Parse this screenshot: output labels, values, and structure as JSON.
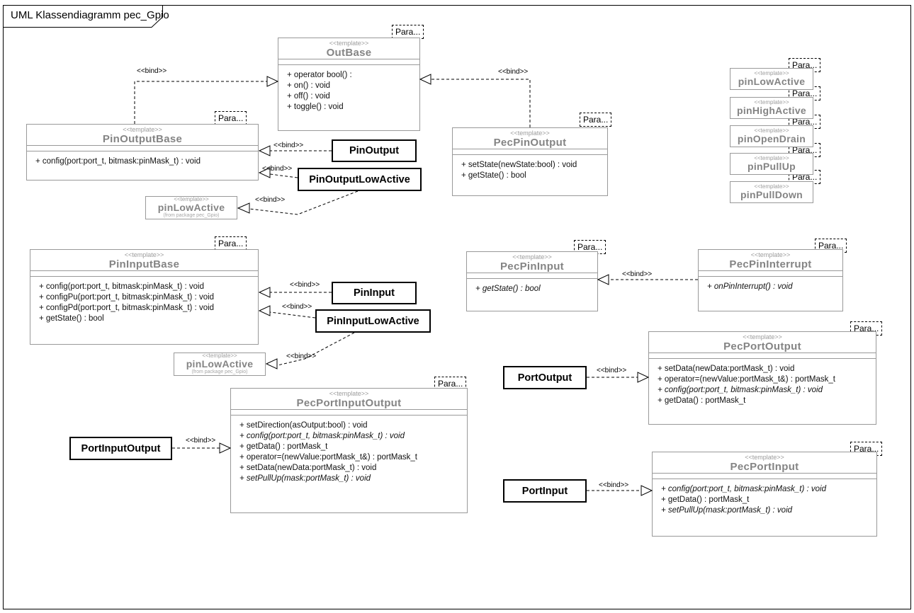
{
  "frame": {
    "title": "UML Klassendiagramm pec_Gpio"
  },
  "labels": {
    "template": "<<template>>",
    "bind": "<<bind>>",
    "para": "Para...",
    "from_package": "(from package pec_Gpio)"
  },
  "colors": {
    "class_border": "#999999",
    "template_name_text": "#848484",
    "stereotype_text": "#9c9c9c",
    "bind_box_border": "#000000",
    "line": "#000000",
    "background": "#ffffff"
  },
  "classes": {
    "outBase": {
      "name": "OutBase",
      "methods": [
        {
          "text": "+ operator bool() :",
          "italic": false
        },
        {
          "text": "+ on() : void",
          "italic": false
        },
        {
          "text": "+ off() : void",
          "italic": false
        },
        {
          "text": "+ toggle() : void",
          "italic": false
        }
      ]
    },
    "pinOutputBase": {
      "name": "PinOutputBase",
      "methods": [
        {
          "text": "+ config(port:port_t, bitmask:pinMask_t) : void",
          "italic": false
        }
      ]
    },
    "pecPinOutput": {
      "name": "PecPinOutput",
      "methods": [
        {
          "text": "+ setState(newState:bool) : void",
          "italic": false
        },
        {
          "text": "+ getState() : bool",
          "italic": false
        }
      ]
    },
    "pinInputBase": {
      "name": "PinInputBase",
      "methods": [
        {
          "text": "+ config(port:port_t, bitmask:pinMask_t) : void",
          "italic": false
        },
        {
          "text": "+ configPu(port:port_t, bitmask:pinMask_t) : void",
          "italic": false
        },
        {
          "text": "+ configPd(port:port_t, bitmask:pinMask_t) : void",
          "italic": false
        },
        {
          "text": "+ getState() : bool",
          "italic": false
        }
      ]
    },
    "pecPinInput": {
      "name": "PecPinInput",
      "methods": [
        {
          "text": "+ getState() : bool",
          "italic": true
        }
      ]
    },
    "pecPinInterrupt": {
      "name": "PecPinInterrupt",
      "methods": [
        {
          "text": "+ onPinInterrupt() : void",
          "italic": true
        }
      ]
    },
    "pecPortOutput": {
      "name": "PecPortOutput",
      "methods": [
        {
          "text": "+ setData(newData:portMask_t) : void",
          "italic": false
        },
        {
          "text": "+ operator=(newValue:portMask_t&) : portMask_t",
          "italic": false
        },
        {
          "text": "+ config(port:port_t, bitmask:pinMask_t) : void",
          "italic": true
        },
        {
          "text": "+ getData() : portMask_t",
          "italic": false
        }
      ]
    },
    "pecPortInputOutput": {
      "name": "PecPortInputOutput",
      "methods": [
        {
          "text": "+ setDirection(asOutput:bool) : void",
          "italic": false
        },
        {
          "text": "+ config(port:port_t, bitmask:pinMask_t) : void",
          "italic": true
        },
        {
          "text": "+ getData() : portMask_t",
          "italic": false
        },
        {
          "text": "+ operator=(newValue:portMask_t&) : portMask_t",
          "italic": false
        },
        {
          "text": "+ setData(newData:portMask_t) : void",
          "italic": false
        },
        {
          "text": "+ setPullUp(mask:portMask_t) : void",
          "italic": true
        }
      ]
    },
    "pecPortInput": {
      "name": "PecPortInput",
      "methods": [
        {
          "text": "+ config(port:port_t, bitmask:pinMask_t) : void",
          "italic": true
        },
        {
          "text": "+ getData() : portMask_t",
          "italic": false
        },
        {
          "text": "+ setPullUp(mask:portMask_t) : void",
          "italic": true
        }
      ]
    }
  },
  "bindBoxes": {
    "pinOutput": "PinOutput",
    "pinOutputLowActive": "PinOutputLowActive",
    "pinInput": "PinInput",
    "pinInputLowActive": "PinInputLowActive",
    "portOutput": "PortOutput",
    "portInputOutput": "PortInputOutput",
    "portInput": "PortInput"
  },
  "smallTemplates": {
    "pinLowActiveTop": {
      "name": "pinLowActive"
    },
    "pinLowActiveBottom": {
      "name": "pinLowActive"
    }
  },
  "rightColumn": [
    {
      "name": "pinLowActive"
    },
    {
      "name": "pinHighActive"
    },
    {
      "name": "pinOpenDrain"
    },
    {
      "name": "pinPullUp"
    },
    {
      "name": "pinPullDown"
    }
  ]
}
